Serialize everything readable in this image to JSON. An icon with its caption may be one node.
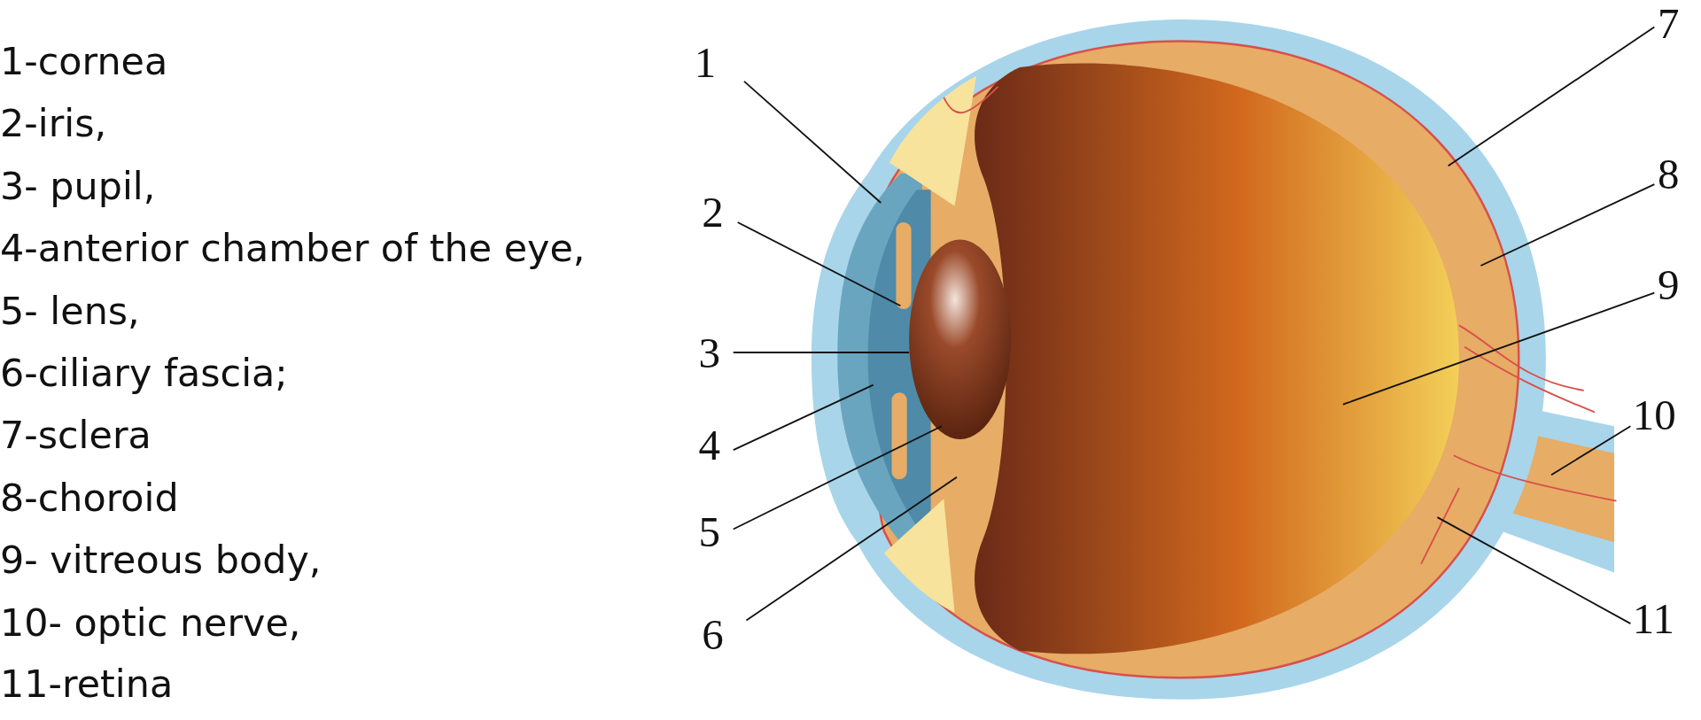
{
  "diagram": {
    "nodes": [
      {
        "text": [
          "1"
        ]
      },
      {
        "text": [
          "2"
        ]
      },
      {
        "text": [
          "3"
        ]
      },
      {
        "text": [
          "4"
        ]
      },
      {
        "text": [
          "5"
        ]
      },
      {
        "text": [
          "6"
        ]
      },
      {
        "text": [
          "7"
        ]
      },
      {
        "text": [
          "8"
        ]
      },
      {
        "text": [
          "9"
        ]
      },
      {
        "text": [
          "10"
        ]
      },
      {
        "text": [
          "11"
        ]
      }
    ],
    "edges": [
      {
        "from": 0,
        "to": null,
        "arrow": "none"
      },
      {
        "from": 1,
        "to": null,
        "arrow": "none"
      },
      {
        "from": 2,
        "to": null,
        "arrow": "none"
      },
      {
        "from": 3,
        "to": null,
        "arrow": "none"
      },
      {
        "from": 4,
        "to": null,
        "arrow": "none"
      },
      {
        "from": 5,
        "to": null,
        "arrow": "none"
      },
      {
        "from": 6,
        "to": null,
        "arrow": "none"
      },
      {
        "from": 7,
        "to": null,
        "arrow": "none"
      },
      {
        "from": 8,
        "to": null,
        "arrow": "none"
      },
      {
        "from": 9,
        "to": null,
        "arrow": "none"
      },
      {
        "from": 10,
        "to": null,
        "arrow": "none"
      }
    ],
    "labels": [
      "1-cornea",
      "2-iris,",
      "3- pupil,",
      "4-anterior chamber of the eye,",
      "5- lens,",
      "6-ciliary fascia;",
      "7-sclera",
      "8-choroid",
      "9- vitreous body,",
      "10- optic nerve,",
      "11-retina"
    ]
  }
}
